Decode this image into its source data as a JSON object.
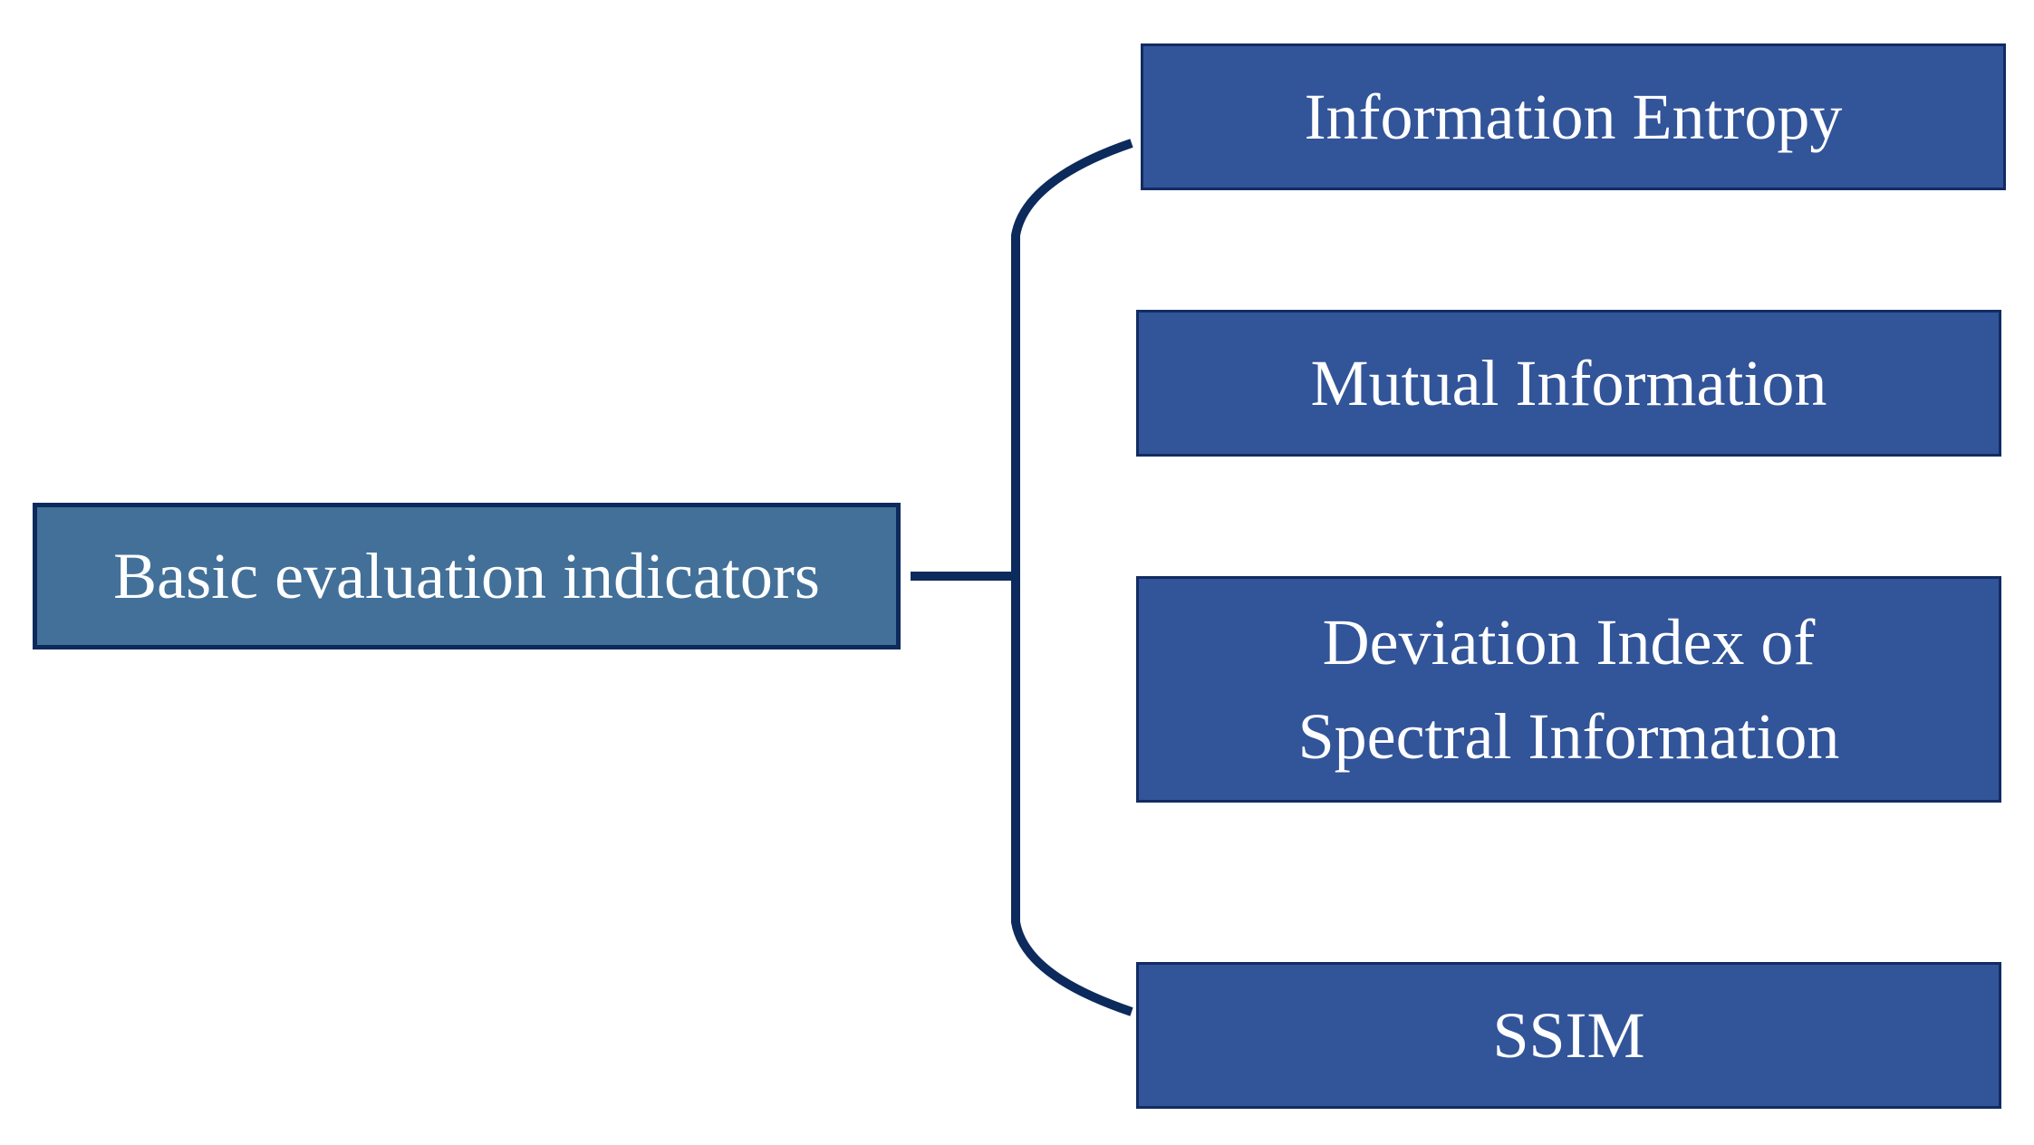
{
  "diagram": {
    "root": {
      "label": "Basic evaluation indicators"
    },
    "children": [
      {
        "label": "Information Entropy"
      },
      {
        "label": "Mutual Information"
      },
      {
        "label": "Deviation Index of Spectral Information"
      },
      {
        "label": "SSIM"
      }
    ],
    "colors": {
      "root_fill": "#427099",
      "child_fill": "#325499",
      "connector": "#0d2a5c",
      "text": "#ffffff"
    }
  }
}
